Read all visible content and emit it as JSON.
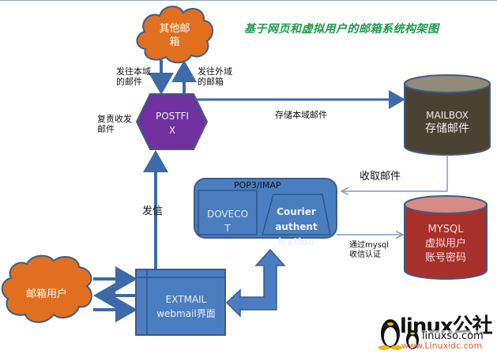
{
  "title": "基于网页和虚拟用户的邮箱系统构架图",
  "nodes": {
    "other_mailbox": {
      "line1": "其他邮",
      "line2": "箱",
      "color": "#e07020"
    },
    "postfix": {
      "line1": "POSTFI",
      "line2": "X",
      "color": "#7030a0"
    },
    "mailbox": {
      "line1": "MAILBOX",
      "line2": "存储邮件",
      "color": "#4a4232"
    },
    "pop3imap": {
      "label": "POP3/IMAP",
      "color": "#4a7ec0"
    },
    "dovecot": {
      "line1": "DOVECO",
      "line2": "T"
    },
    "courier": {
      "line1": "Courier",
      "line2": "authent",
      "line3": "ication"
    },
    "mysql": {
      "line1": "MYSQL",
      "line2": "虚拟用户",
      "line3": "账号密码",
      "color": "#a8302a"
    },
    "users": {
      "label": "邮箱用户",
      "color": "#e07020"
    },
    "extmail": {
      "line1": "EXTMAIL",
      "line2": "webmail界面",
      "color": "#4a7ec0"
    }
  },
  "edges": {
    "local_domain_line1": "发往本域",
    "local_domain_line2": "的邮件",
    "external_domain_line1": "发往外域",
    "external_domain_line2": "的邮箱",
    "responsible_line1": "复责收发",
    "responsible_line2": "邮件",
    "store_local": "存储本域邮件",
    "retrieve_mail": "收取邮件",
    "send_mail": "发信",
    "auth_line1": "通过mysql",
    "auth_line2": "收信认证"
  },
  "logo": {
    "brand": "linux公社",
    "site": "linuxso.com",
    "watermark": "www.Linuxidc.com"
  }
}
